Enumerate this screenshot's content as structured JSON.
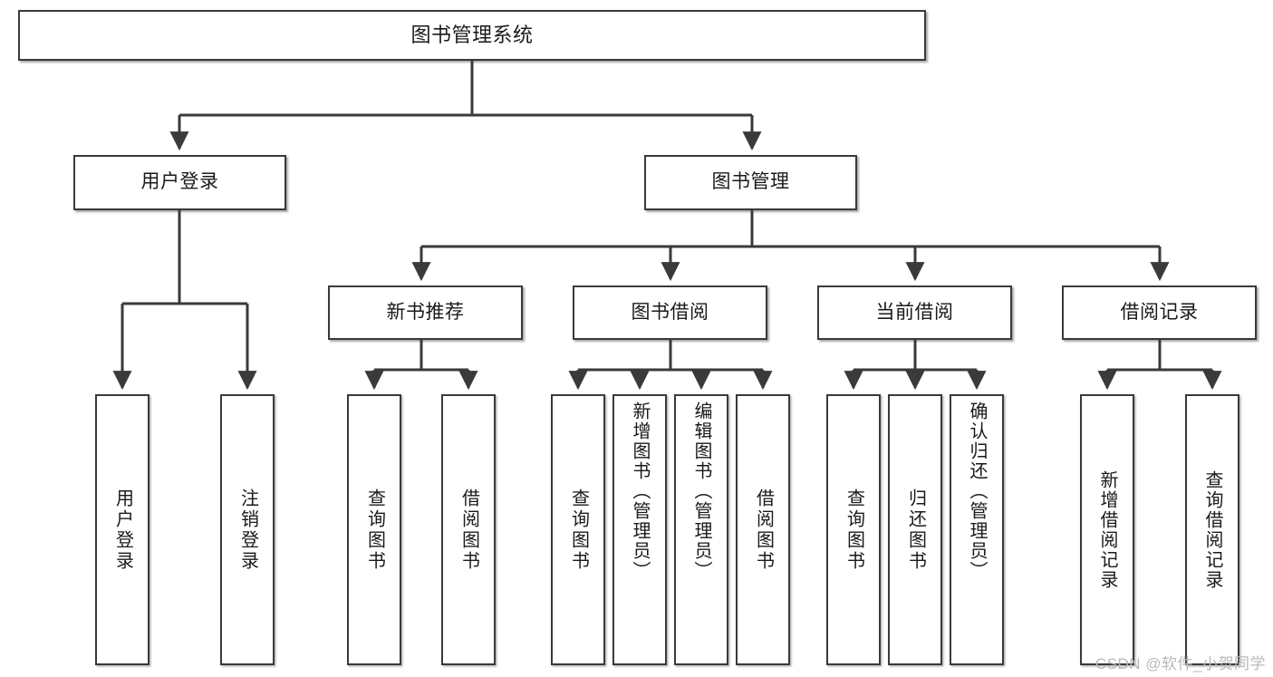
{
  "diagram": {
    "title": "图书管理系统",
    "type": "功能结构图",
    "theme": {
      "box_border": "#3a3a3a",
      "box_fill": "#ffffff",
      "line": "#3a3a3a",
      "text": "#1a1a1a",
      "watermark": "#b8b8b8"
    },
    "root": {
      "label": "图书管理系统"
    },
    "level1": [
      {
        "label": "用户登录"
      },
      {
        "label": "图书管理"
      }
    ],
    "level2": [
      {
        "label": "新书推荐"
      },
      {
        "label": "图书借阅"
      },
      {
        "label": "当前借阅"
      },
      {
        "label": "借阅记录"
      }
    ],
    "leaves": {
      "user_login": [
        {
          "label": "用户登录"
        },
        {
          "label": "注销登录"
        }
      ],
      "new_book": [
        {
          "label": "查询图书"
        },
        {
          "label": "借阅图书"
        }
      ],
      "book_borrow": [
        {
          "label": "查询图书"
        },
        {
          "label": "新增图书（管理员）"
        },
        {
          "label": "编辑图书（管理员）"
        },
        {
          "label": "借阅图书"
        }
      ],
      "current_borrow": [
        {
          "label": "查询图书"
        },
        {
          "label": "归还图书"
        },
        {
          "label": "确认归还（管理员）"
        }
      ],
      "borrow_record": [
        {
          "label": "新增借阅记录"
        },
        {
          "label": "查询借阅记录"
        }
      ]
    }
  },
  "watermark": {
    "text": "CSDN @软件_小贺同学"
  }
}
